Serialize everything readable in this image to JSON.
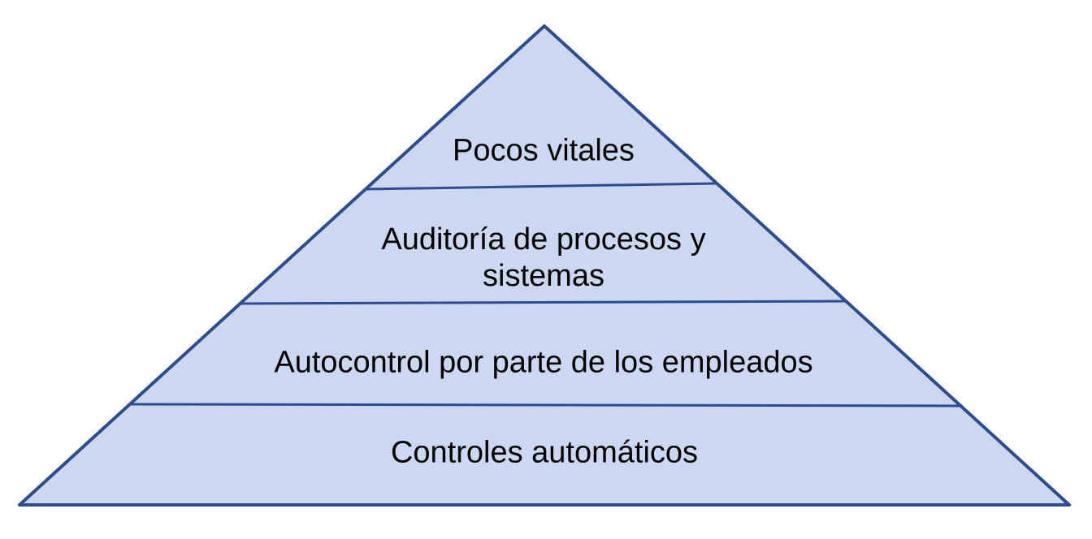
{
  "diagram": {
    "type": "pyramid",
    "title": "",
    "levels": [
      {
        "position": "top",
        "label": "Pocos vitales"
      },
      {
        "position": "upper-middle",
        "label": "Auditoría de procesos y sistemas"
      },
      {
        "position": "lower-middle",
        "label": "Autocontrol por parte de los empleados"
      },
      {
        "position": "bottom",
        "label": "Controles automáticos"
      }
    ],
    "colors": {
      "fill": "#ccd7f2",
      "stroke": "#2e4d8e",
      "text": "#000000",
      "background": "#ffffff"
    }
  }
}
